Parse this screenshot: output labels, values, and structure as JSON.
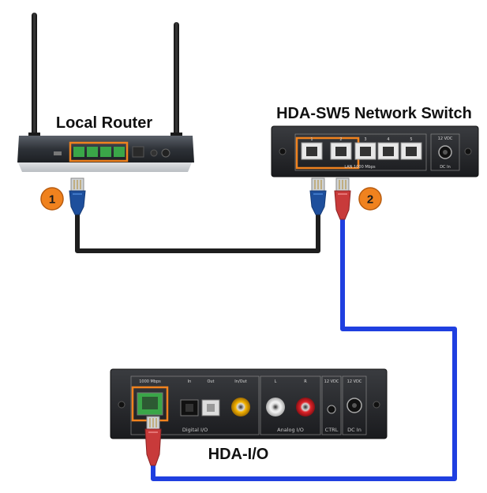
{
  "labels": {
    "router": "Local Router",
    "switch": "HDA-SW5 Network Switch",
    "hdaio": "HDA-I/O"
  },
  "badges": [
    "1",
    "2"
  ],
  "switch_panel": {
    "port_numbers": [
      "1",
      "2",
      "3",
      "4",
      "5"
    ],
    "lan_label": "LAN 1000 Mbps",
    "power_label": "12 VDC",
    "dc_label": "DC In"
  },
  "hdaio_panel": {
    "net_label": "1000 Mbps",
    "in_label": "In",
    "out_label": "Out",
    "inout_label": "In/Out",
    "l_label": "L",
    "r_label": "R",
    "ctrl_top_label": "12 VDC",
    "power_label": "12 VDC",
    "digital_label": "Digital I/O",
    "analog_label": "Analog I/O",
    "ctrl_label": "CTRL",
    "dc_label": "DC In"
  },
  "colors": {
    "highlight": "#f0821e",
    "badge_fill": "#f0821e",
    "cable_black": "#1e1e1e",
    "cable_blue": "#1f3fe0",
    "plug_blue": "#1e4f9c",
    "plug_red": "#c83a3a",
    "port_green": "#3aa648"
  }
}
